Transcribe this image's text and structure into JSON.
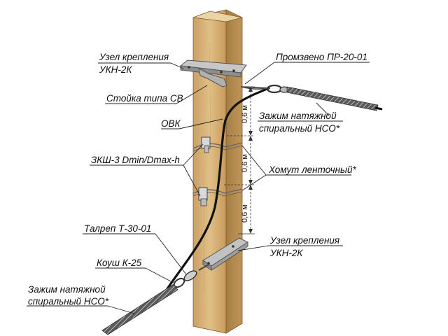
{
  "labels": {
    "uzel_top_line1": "Узел крепления",
    "uzel_top_line2": "УКН-2К",
    "promzveno": "Промзвено ПР-20-01",
    "stoyka": "Стойка типа СВ",
    "zazhim_top_line1": "Зажим натяжной",
    "zazhim_top_line2": "спиральный НСО*",
    "ovk": "ОВК",
    "zksh": "ЗКШ-3 Dmin/Dmax-h",
    "khomut": "Хомут ленточный*",
    "talrep": "Талреп Т-30-01",
    "uzel_bottom_line1": "Узел крепления",
    "uzel_bottom_line2": "УКН-2К",
    "koush": "Коуш К-25",
    "zazhim_bottom_line1": "Зажим натяжной",
    "zazhim_bottom_line2": "спиральный НСО*"
  },
  "dimensions": {
    "segment_1": "0,6 м",
    "segment_2": "0,6 м",
    "segment_3": "0,6 м"
  },
  "colors": {
    "pole_front": "#d9b77c",
    "pole_side": "#b8904f",
    "pole_top": "#e8cf9e",
    "bracket": "#a8a8a8",
    "cable": "#111111",
    "label_text": "#111111"
  }
}
